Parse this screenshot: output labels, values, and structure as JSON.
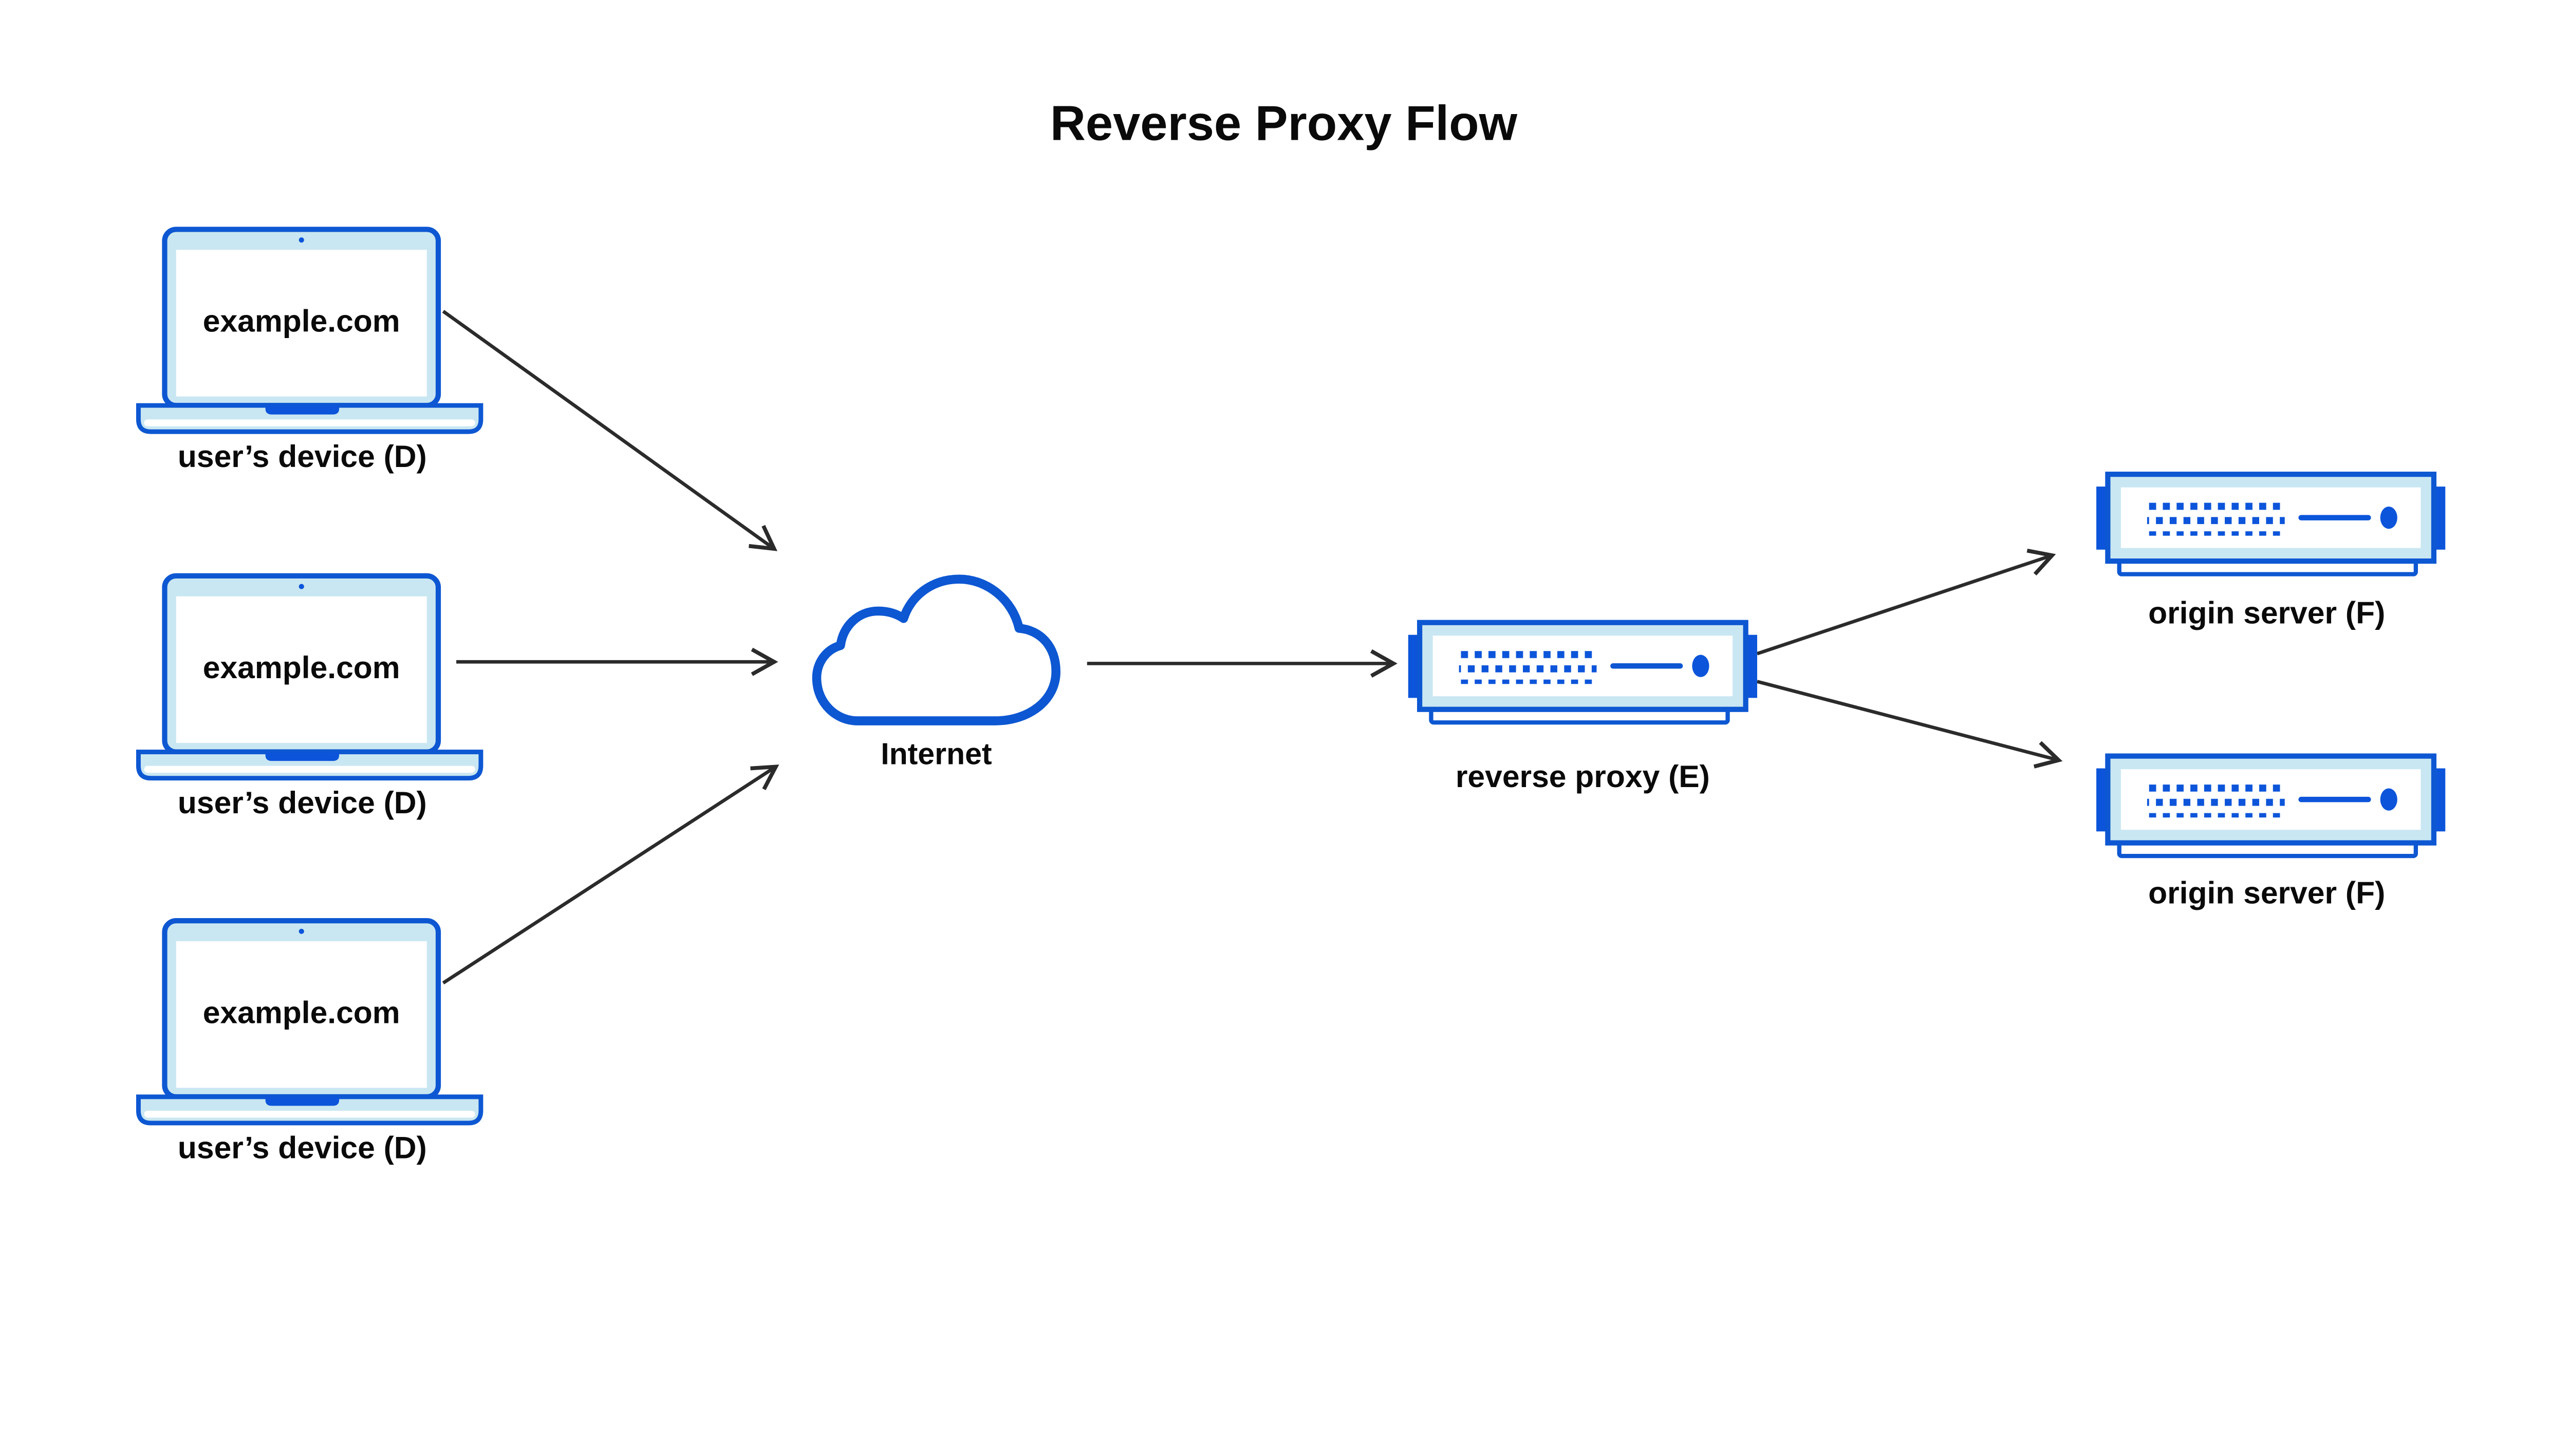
{
  "title": "Reverse Proxy Flow",
  "colors": {
    "outline_blue": "#0d57d2",
    "solid_blue": "#0c55da",
    "light_blue": "#c9e7f2",
    "arrow_gray": "#2b2b2b",
    "text_black": "#0a0a0a",
    "background": "#ffffff"
  },
  "devices": [
    {
      "icon": "laptop-icon",
      "screen_text": "example.com",
      "label": "user’s device (D)"
    },
    {
      "icon": "laptop-icon",
      "screen_text": "example.com",
      "label": "user’s device (D)"
    },
    {
      "icon": "laptop-icon",
      "screen_text": "example.com",
      "label": "user’s device (D)"
    }
  ],
  "internet": {
    "icon": "cloud-icon",
    "label": "Internet"
  },
  "reverse_proxy": {
    "icon": "server-icon",
    "label": "reverse proxy (E)"
  },
  "origin_servers": [
    {
      "icon": "server-icon",
      "label": "origin server (F)"
    },
    {
      "icon": "server-icon",
      "label": "origin server (F)"
    }
  ],
  "flows": [
    {
      "from": "user’s device (D)",
      "to": "Internet"
    },
    {
      "from": "user’s device (D)",
      "to": "Internet"
    },
    {
      "from": "user’s device (D)",
      "to": "Internet"
    },
    {
      "from": "Internet",
      "to": "reverse proxy (E)"
    },
    {
      "from": "reverse proxy (E)",
      "to": "origin server (F)"
    },
    {
      "from": "reverse proxy (E)",
      "to": "origin server (F)"
    }
  ]
}
